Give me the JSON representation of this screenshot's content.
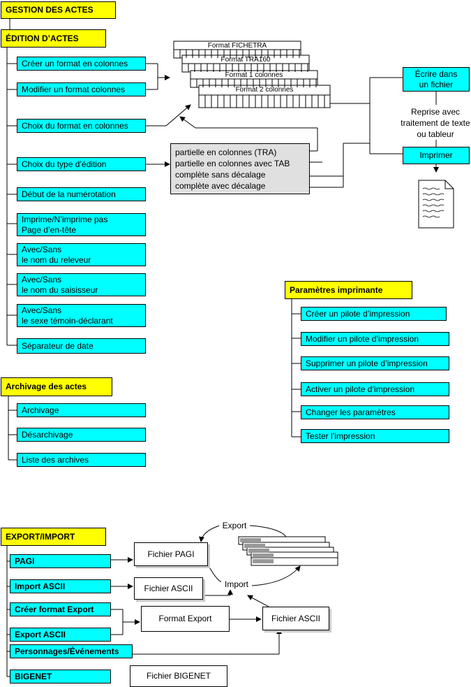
{
  "gestion": {
    "title": "GESTION DES ACTES"
  },
  "edition": {
    "title": "ÉDITION D’ACTES",
    "items": [
      "Créer un format en colonnes",
      "Modifier un format colonnes",
      "Choix du format en colonnes",
      "Choix du type d’édition",
      "Début de la numérotation",
      "Imprime/N’imprime pas\n Page d’en-tête",
      "Avec/Sans\n le nom du releveur",
      "Avec/Sans\n le nom du saisisseur",
      "Avec/Sans\n le sexe témoin-déclarant",
      "Séparateur de date"
    ]
  },
  "formats": [
    "Format FICHETRA",
    "Format TRA160",
    "Format 1  colonnes",
    "Format 2  colonnes"
  ],
  "edition_types": [
    "partielle en colonnes (TRA)",
    "partielle en colonnes avec TAB",
    "complète sans décalage",
    "complète avec décalage"
  ],
  "output": {
    "write_file": "Écrire dans\nun fichier",
    "reprise": "Reprise avec\ntraitement de texte\nou tableur",
    "print": "Imprimer"
  },
  "printer": {
    "title": "Paramètres imprimante",
    "items": [
      "Créer un pilote d’impression",
      "Modifier un pilote d’impression",
      "Supprimer un pilote d’impression",
      "Activer un pilote d’impression",
      "Changer les paramètres",
      "Tester l’impression"
    ]
  },
  "archivage": {
    "title": "Archivage des actes",
    "items": [
      "Archivage",
      "Désarchivage",
      "Liste des archives"
    ]
  },
  "export": {
    "title": "EXPORT/IMPORT",
    "items": [
      "PAGI",
      "Import ASCII",
      "Créer format Export",
      "Export ASCII",
      "Personnages/Événements",
      "BIGENET"
    ],
    "files": {
      "pagi": "Fichier PAGI",
      "ascii": "Fichier ASCII",
      "format_export": "Format Export",
      "ascii2": "Fichier ASCII",
      "bigenet": "Fichier BIGENET"
    },
    "export_label": "Export",
    "import_label": "Import"
  },
  "colors": {
    "title_fill": "#ffff00",
    "item_fill": "#00ffff",
    "type_fill": "#e0e0e0"
  }
}
